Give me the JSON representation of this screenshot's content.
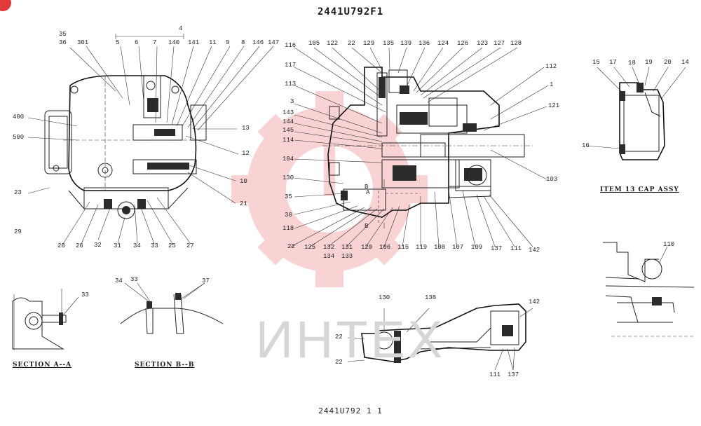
{
  "title": "2441U792F1",
  "footer": "2441U792  1  1",
  "watermark": {
    "text": "ИНТЕХ",
    "color": "#e63b3b"
  },
  "captions": {
    "cap_assy": "ITEM 13  CAP ASSY",
    "section_a": "SECTION A--A",
    "section_b": "SECTION B--B"
  },
  "markers": {
    "b_top": "B",
    "b_bottom": "B",
    "a_mark": "A"
  },
  "view_left": {
    "labels": [
      "35",
      "36",
      "301",
      "5",
      "6",
      "7",
      "140",
      "141",
      "11",
      "9",
      "8",
      "146",
      "147",
      "4",
      "400",
      "500",
      "13",
      "12",
      "10",
      "21",
      "23",
      "29",
      "28",
      "26",
      "32",
      "31",
      "34",
      "33",
      "25",
      "27"
    ]
  },
  "view_center": {
    "labels": [
      "116",
      "105",
      "122",
      "22",
      "129",
      "135",
      "139",
      "136",
      "124",
      "126",
      "123",
      "127",
      "128",
      "117",
      "112",
      "113",
      "1",
      "3",
      "143",
      "144",
      "145",
      "121",
      "114",
      "104",
      "103",
      "130",
      "35",
      "36",
      "118",
      "22",
      "125",
      "132",
      "134",
      "131",
      "133",
      "120",
      "106",
      "115",
      "119",
      "108",
      "107",
      "109",
      "137",
      "111",
      "142"
    ]
  },
  "view_cap": {
    "labels": [
      "15",
      "17",
      "18",
      "19",
      "20",
      "14",
      "16"
    ]
  },
  "view_detail": {
    "labels": [
      "110"
    ]
  },
  "section_a": {
    "labels": [
      "33"
    ]
  },
  "section_b": {
    "labels": [
      "34",
      "33",
      "37"
    ]
  },
  "view_bottom": {
    "labels": [
      "130",
      "138",
      "142",
      "22",
      "22",
      "111",
      "137"
    ]
  }
}
